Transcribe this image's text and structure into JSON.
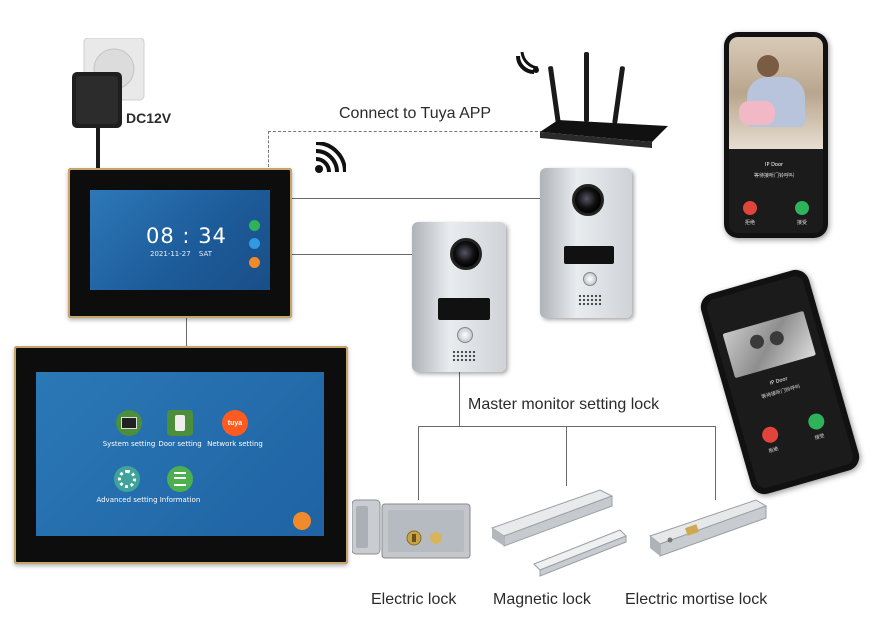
{
  "labels": {
    "power": "DC12V",
    "app": "Connect to Tuya APP",
    "master_lock": "Master monitor setting lock",
    "lock1": "Electric lock",
    "lock2": "Magnetic lock",
    "lock3": "Electric mortise lock"
  },
  "monitor_top": {
    "time_hours": "08",
    "time_sep": ":",
    "time_minutes": "34",
    "date": "2021-11-27",
    "weekday": "SAT"
  },
  "monitor_bottom": {
    "menu": [
      {
        "label": "System setting"
      },
      {
        "label": "Door setting"
      },
      {
        "label": "Network setting",
        "icon_text": "tuya"
      },
      {
        "label": "Advanced setting"
      },
      {
        "label": "Information"
      }
    ]
  },
  "phone_top": {
    "caller": "IP Door",
    "subtitle": "等待接听门铃呼叫",
    "decline": "拒绝",
    "accept": "接受"
  },
  "phone_bottom": {
    "caller": "IP Door",
    "subtitle": "等待接听门铃呼叫",
    "decline": "拒绝",
    "accept": "接受"
  },
  "colors": {
    "screen_blue": "#2d78b8",
    "accept_green": "#2fb35a",
    "decline_red": "#e0443a",
    "tuya_orange": "#ff5a1f"
  }
}
